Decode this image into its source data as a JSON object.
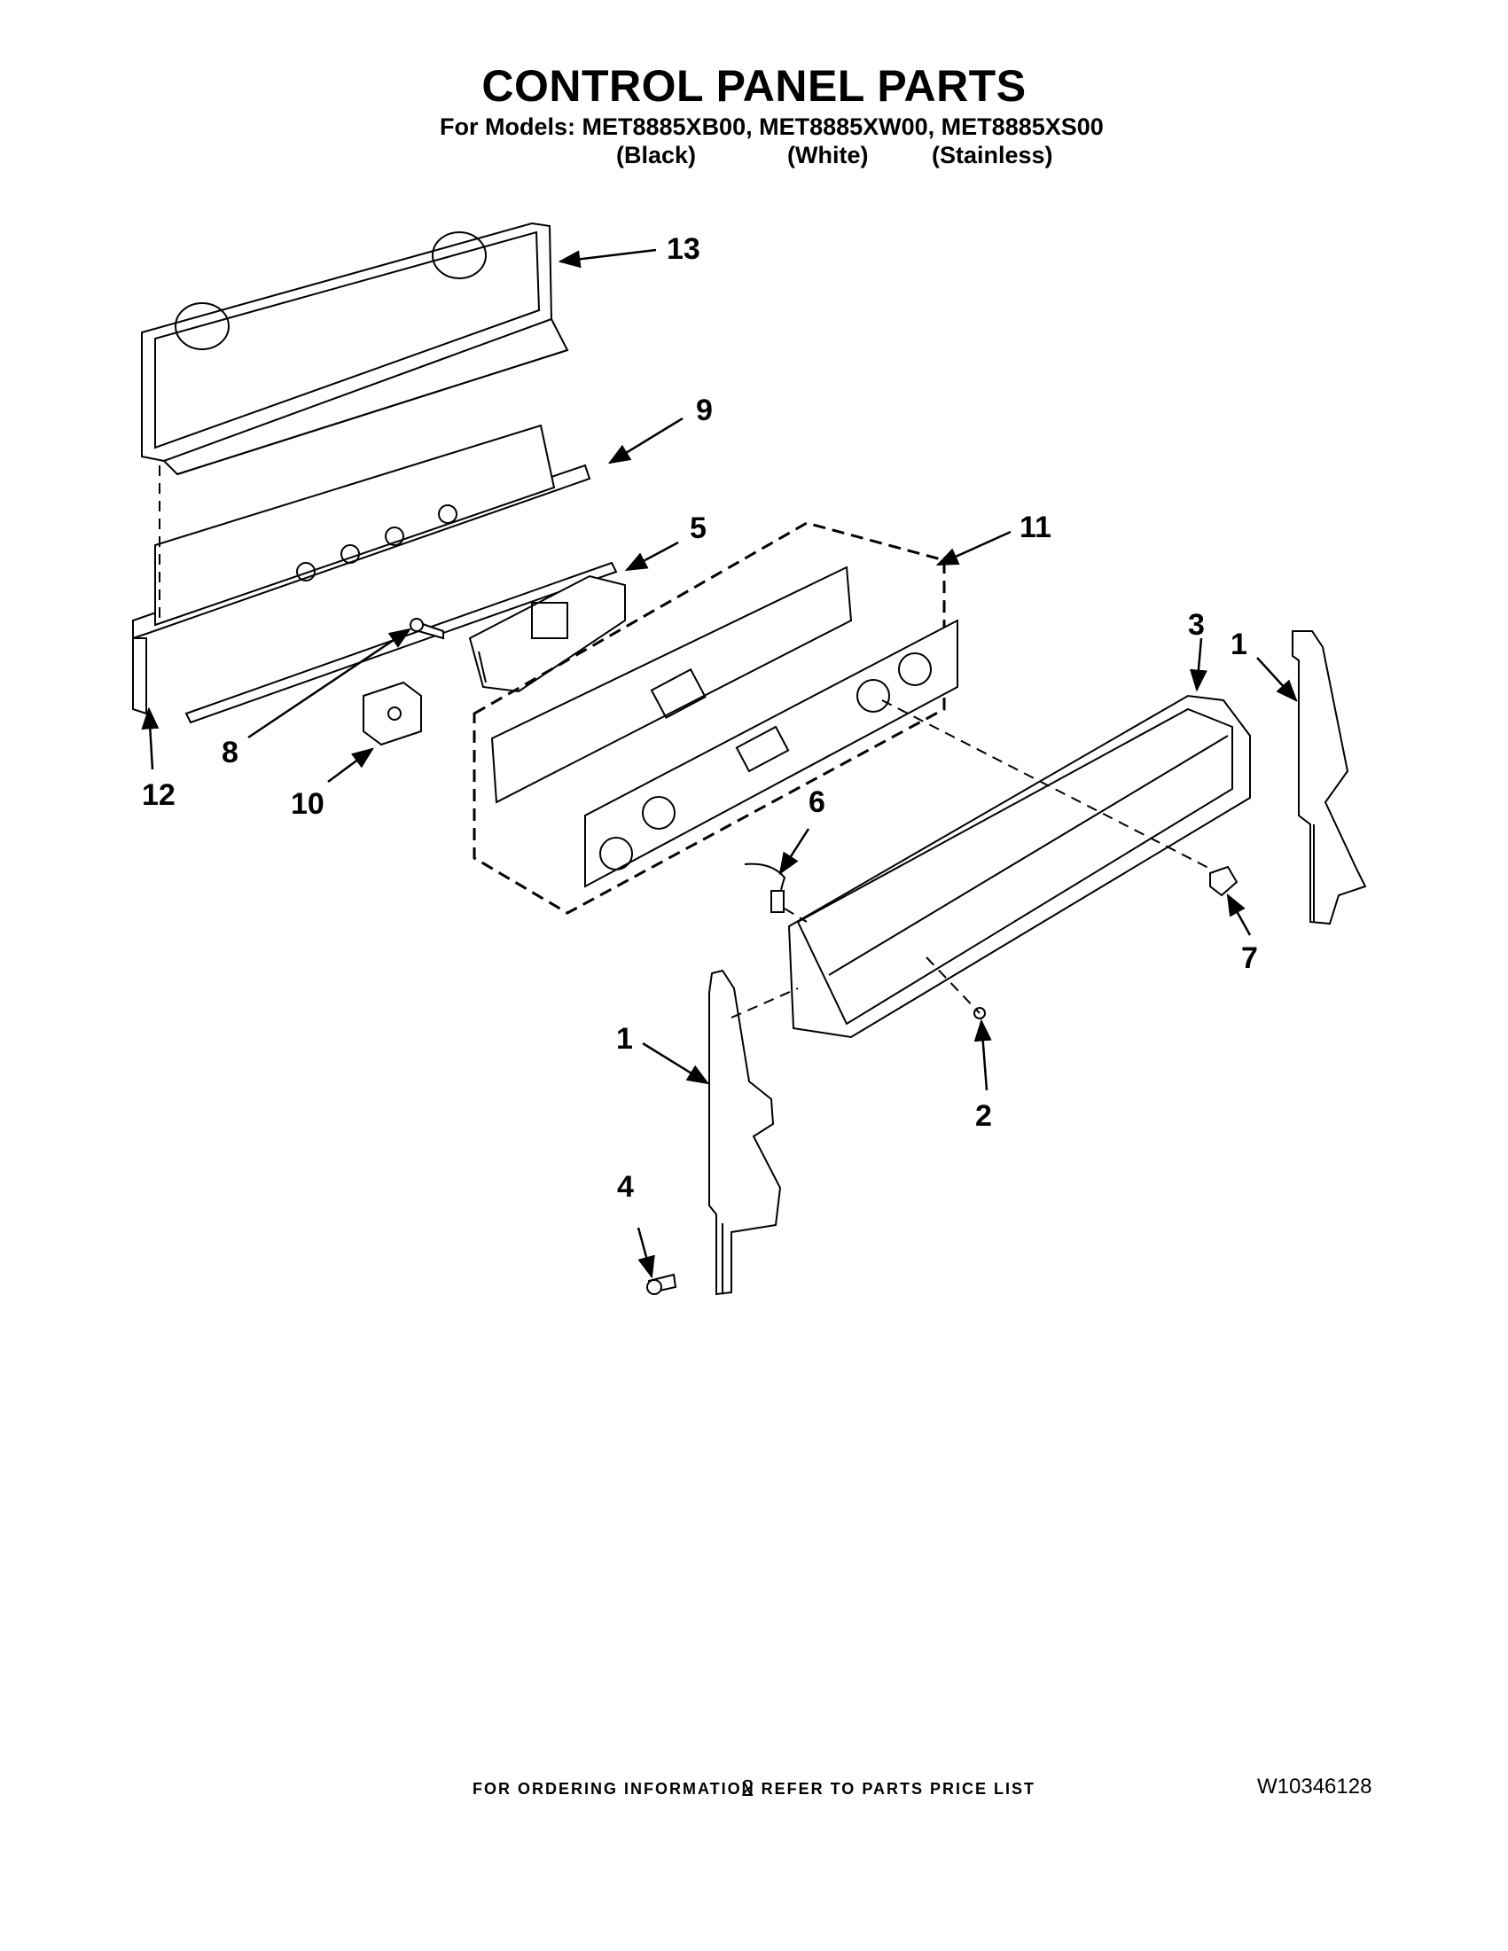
{
  "header": {
    "title": "CONTROL PANEL PARTS",
    "models_line": "For Models: MET8885XB00, MET8885XW00, MET8885XS00",
    "variants": [
      "(Black)",
      "(White)",
      "(Stainless)"
    ]
  },
  "callouts": [
    "1",
    "1",
    "2",
    "3",
    "4",
    "5",
    "6",
    "7",
    "8",
    "9",
    "10",
    "11",
    "12",
    "13"
  ],
  "footer": {
    "note": "FOR ORDERING INFORMATION REFER TO PARTS PRICE LIST",
    "page_number": "2",
    "document_number": "W10346128"
  }
}
